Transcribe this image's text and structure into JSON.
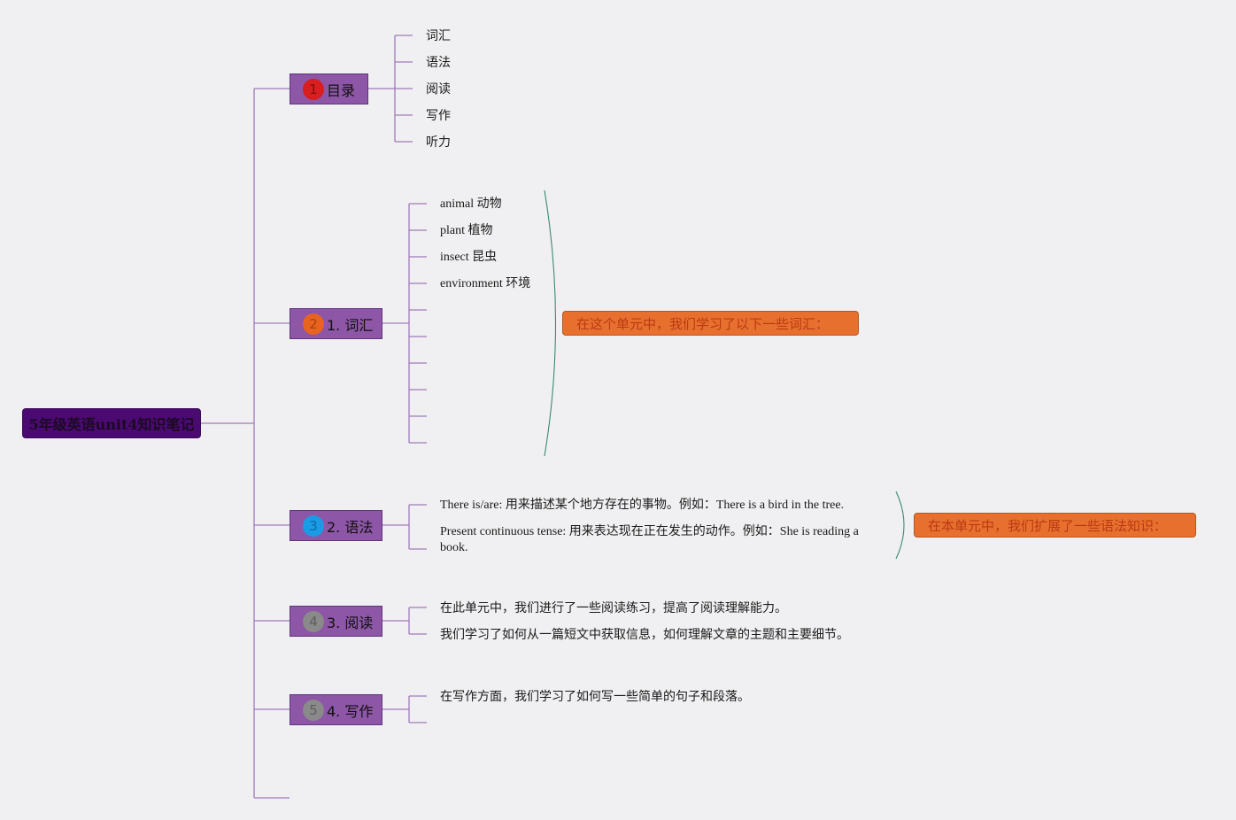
{
  "root": {
    "label": "5年级英语unit4知识笔记"
  },
  "topics": [
    {
      "badge": "1",
      "badge_color": "#d81e1e",
      "label": "目录",
      "leaves": [
        "词汇",
        "语法",
        "阅读",
        "写作",
        "听力"
      ]
    },
    {
      "badge": "2",
      "badge_color": "#e8641e",
      "label": "1. 词汇",
      "leaves": [
        "animal 动物",
        "plant 植物",
        "insect 昆虫",
        "environment 环境"
      ],
      "summary": "在这个单元中，我们学习了以下一些词汇："
    },
    {
      "badge": "3",
      "badge_color": "#1a9be6",
      "label": "2. 语法",
      "leaves": [
        "There is/are: 用来描述某个地方存在的事物。例如：There is a bird in the tree.",
        "Present continuous tense: 用来表达现在正在发生的动作。例如：She is reading a book."
      ],
      "summary": "在本单元中，我们扩展了一些语法知识："
    },
    {
      "badge": "4",
      "badge_color": "#8a8a8a",
      "label": "3. 阅读",
      "leaves": [
        "在此单元中，我们进行了一些阅读练习，提高了阅读理解能力。",
        "我们学习了如何从一篇短文中获取信息，如何理解文章的主题和主要细节。"
      ]
    },
    {
      "badge": "5",
      "badge_color": "#8a8a8a",
      "label": "4. 写作",
      "leaves": [
        "在写作方面，我们学习了如何写一些简单的句子和段落。"
      ]
    }
  ],
  "colors": {
    "root": "#4b0a72",
    "topic": "#8d56a6",
    "line": "#a07ab8",
    "summary": "#e8702f",
    "bracket": "#3c8a6c",
    "background": "#f0f0f2"
  }
}
